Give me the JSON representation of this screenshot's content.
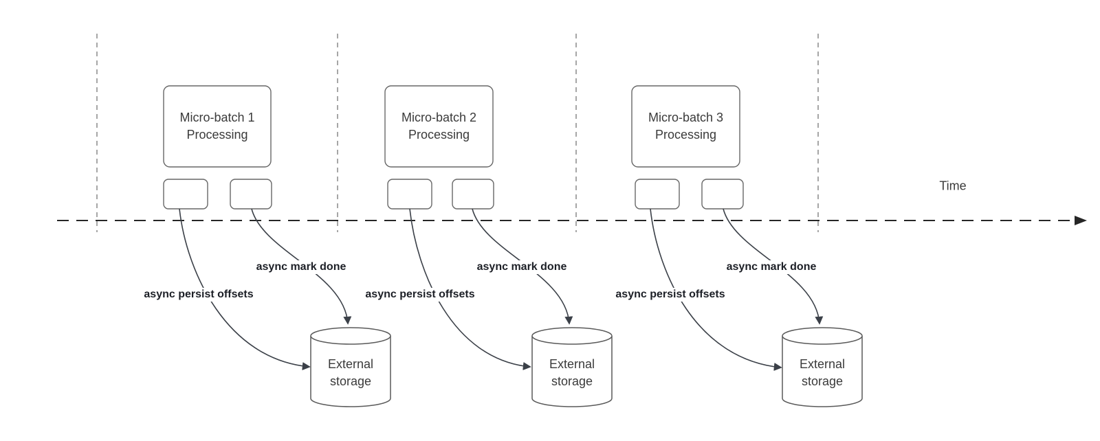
{
  "diagram_type": "micro-batch streaming timeline",
  "time_axis": {
    "label": "Time"
  },
  "batches": [
    {
      "box_label": "Micro-batch 1 Processing",
      "persist_arrow_label": "async persist offsets",
      "mark_done_arrow_label": "async mark done",
      "storage_label": "External storage"
    },
    {
      "box_label": "Micro-batch 2 Processing",
      "persist_arrow_label": "async persist offsets",
      "mark_done_arrow_label": "async mark done",
      "storage_label": "External storage"
    },
    {
      "box_label": "Micro-batch 3 Processing",
      "persist_arrow_label": "async persist offsets",
      "mark_done_arrow_label": "async mark done",
      "storage_label": "External storage"
    }
  ],
  "colors": {
    "background": "#ffffff",
    "arrow_stroke": "#3b4048",
    "shape_border": "#666666",
    "gridline": "#a6a6a6",
    "time_axis": "#262626",
    "arrow_label_text": "#1c1f26",
    "shape_text": "#3a3a3a"
  }
}
